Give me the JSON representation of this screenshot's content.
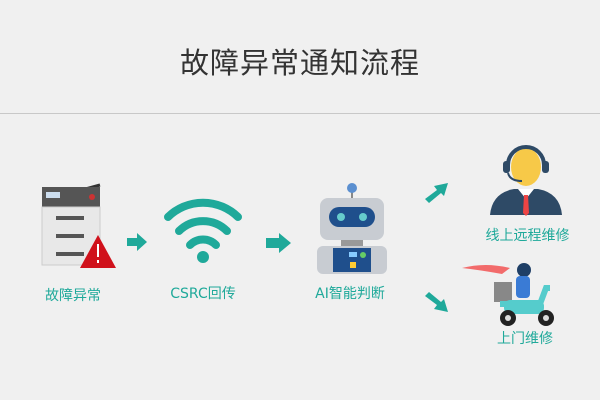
{
  "title": "故障异常通知流程",
  "steps": [
    {
      "label": "故障异常",
      "icon": "printer-warning-icon"
    },
    {
      "label": "CSRC回传",
      "icon": "wifi-icon"
    },
    {
      "label": "AI智能判断",
      "icon": "robot-icon"
    }
  ],
  "outcomes": [
    {
      "label": "线上远程维修",
      "icon": "support-agent-icon"
    },
    {
      "label": "上门维修",
      "icon": "delivery-scooter-icon"
    }
  ],
  "colors": {
    "accent": "#1fa99a",
    "warning": "#d0111b",
    "background": "#f0f0f0"
  }
}
